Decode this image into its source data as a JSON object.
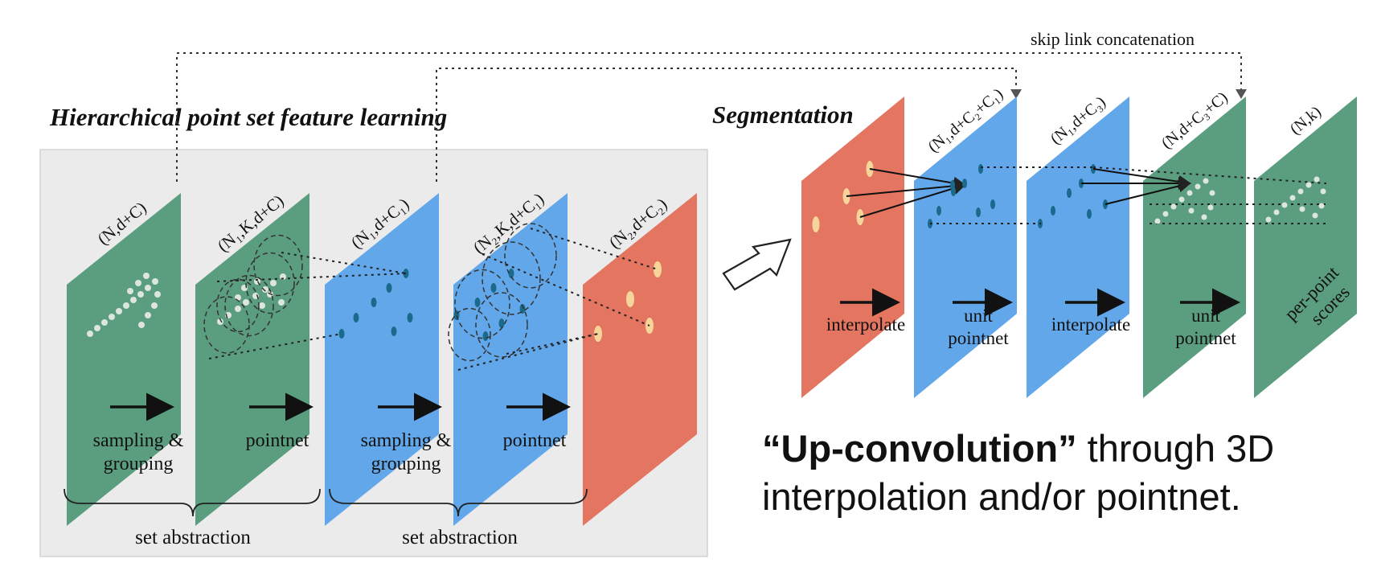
{
  "titles": {
    "left": "Hierarchical point set feature learning",
    "right": "Segmentation",
    "skip": "skip link concatenation"
  },
  "colors": {
    "green": "#5b9e7f",
    "blue": "#62a7ea",
    "red": "#e47560",
    "point_light": "#dde5df",
    "point_dark": "#1a6a8c",
    "point_yellow": "#f7d49a",
    "panel_bg": "#ebebeb"
  },
  "left_planes": [
    {
      "label": "(N,d+C)",
      "color": "green"
    },
    {
      "label": "(N₁,K,d+C)",
      "color": "green"
    },
    {
      "label": "(N₁,d+C₁)",
      "color": "blue"
    },
    {
      "label": "(N₂,K,d+C₁)",
      "color": "blue"
    },
    {
      "label": "(N₂,d+C₂)",
      "color": "red"
    }
  ],
  "left_ops": [
    [
      "sampling &",
      "grouping"
    ],
    [
      "pointnet"
    ],
    [
      "sampling &",
      "grouping"
    ],
    [
      "pointnet"
    ]
  ],
  "groups": [
    "set abstraction",
    "set abstraction"
  ],
  "right_planes": [
    {
      "label": "",
      "color": "red"
    },
    {
      "label": "(N₁,d+C₂+C₁)",
      "color": "blue"
    },
    {
      "label": "(N₁,d+C₃)",
      "color": "blue"
    },
    {
      "label": "(N,d+C₃+C)",
      "color": "green"
    },
    {
      "label": "(N,k)",
      "color": "green"
    }
  ],
  "right_ops": [
    [
      "interpolate"
    ],
    [
      "unit",
      "pointnet"
    ],
    [
      "interpolate"
    ],
    [
      "unit",
      "pointnet"
    ]
  ],
  "per_point": [
    "per-point",
    "scores"
  ],
  "caption": {
    "bold": "“Up-convolution”",
    "rest_line1": " through 3D",
    "line2": "interpolation and/or pointnet."
  }
}
